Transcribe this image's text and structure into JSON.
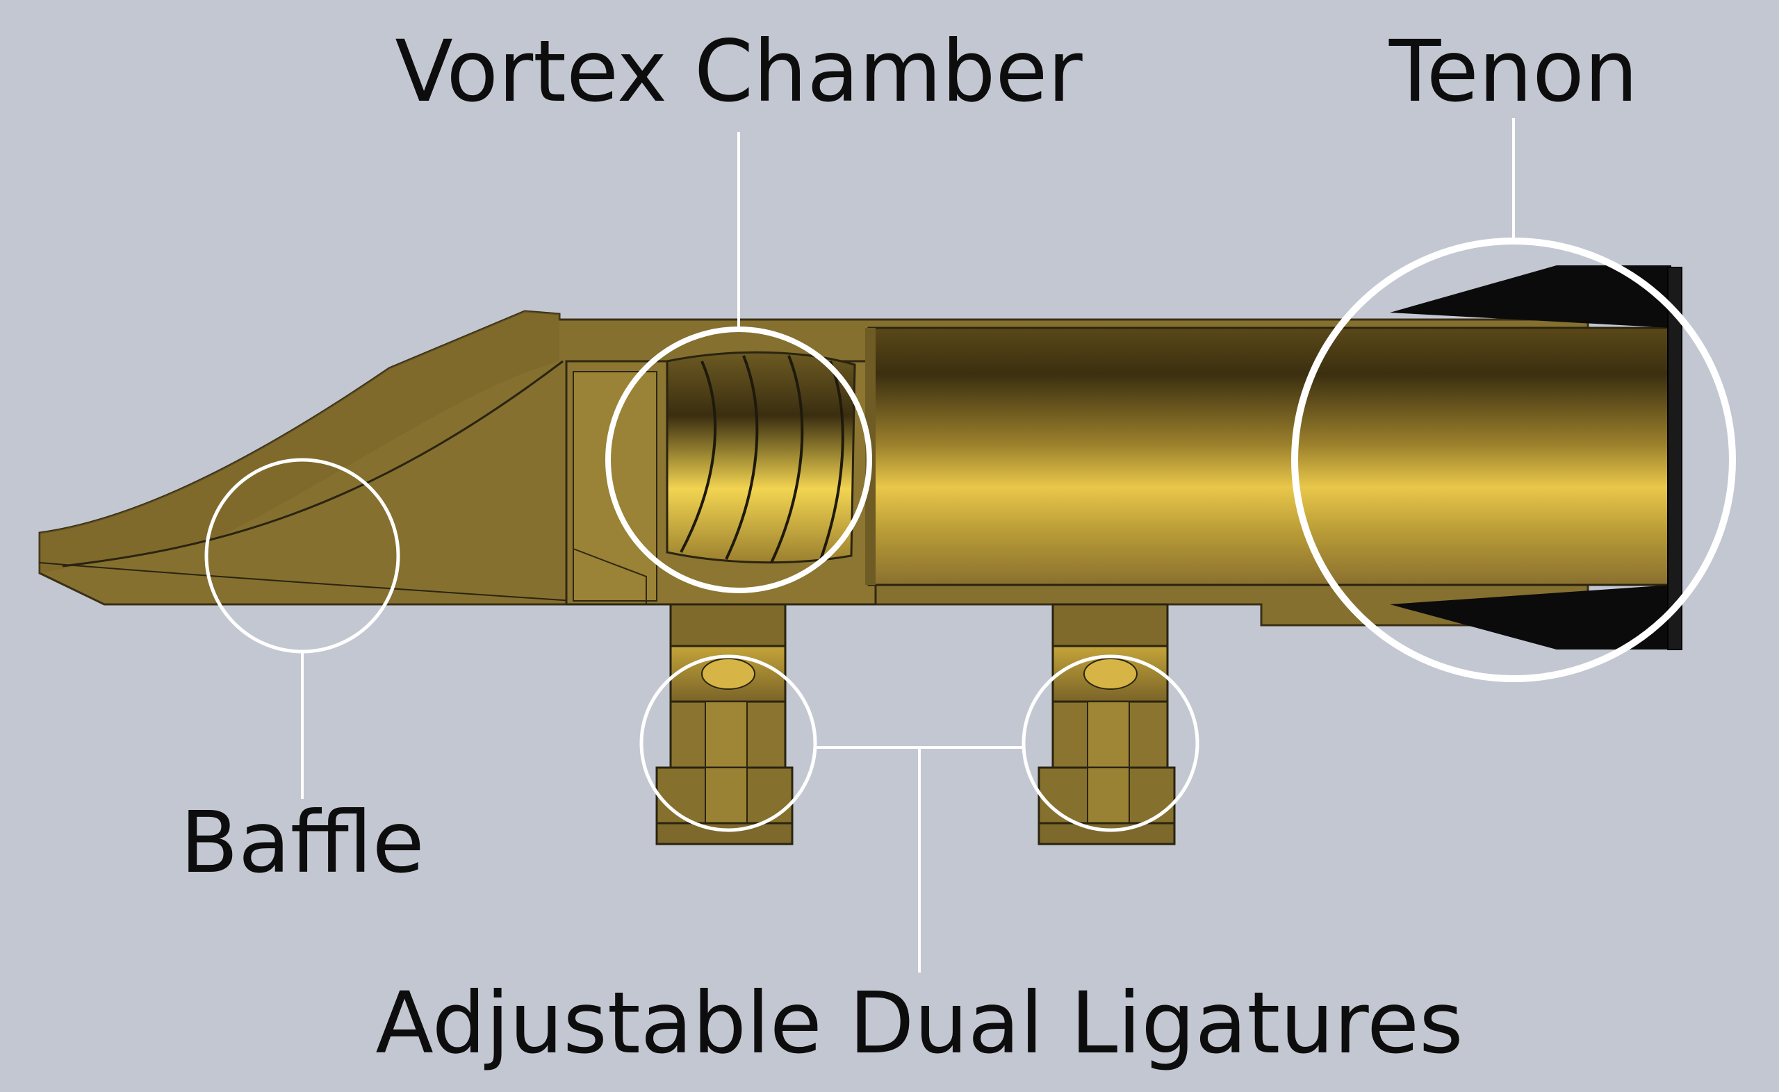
{
  "labels": {
    "vortex_chamber": "Vortex Chamber",
    "tenon": "Tenon",
    "baffle": "Baffle",
    "ligatures": "Adjustable Dual Ligatures"
  },
  "colors": {
    "background": "#c3c7d2",
    "body_gold": "#85702f",
    "bore_dark": "#3b2f10",
    "bore_light": "#e9c74a",
    "tenon_black": "#0b0b0b",
    "callout_white": "#ffffff",
    "label_text": "#0d0d0d"
  }
}
